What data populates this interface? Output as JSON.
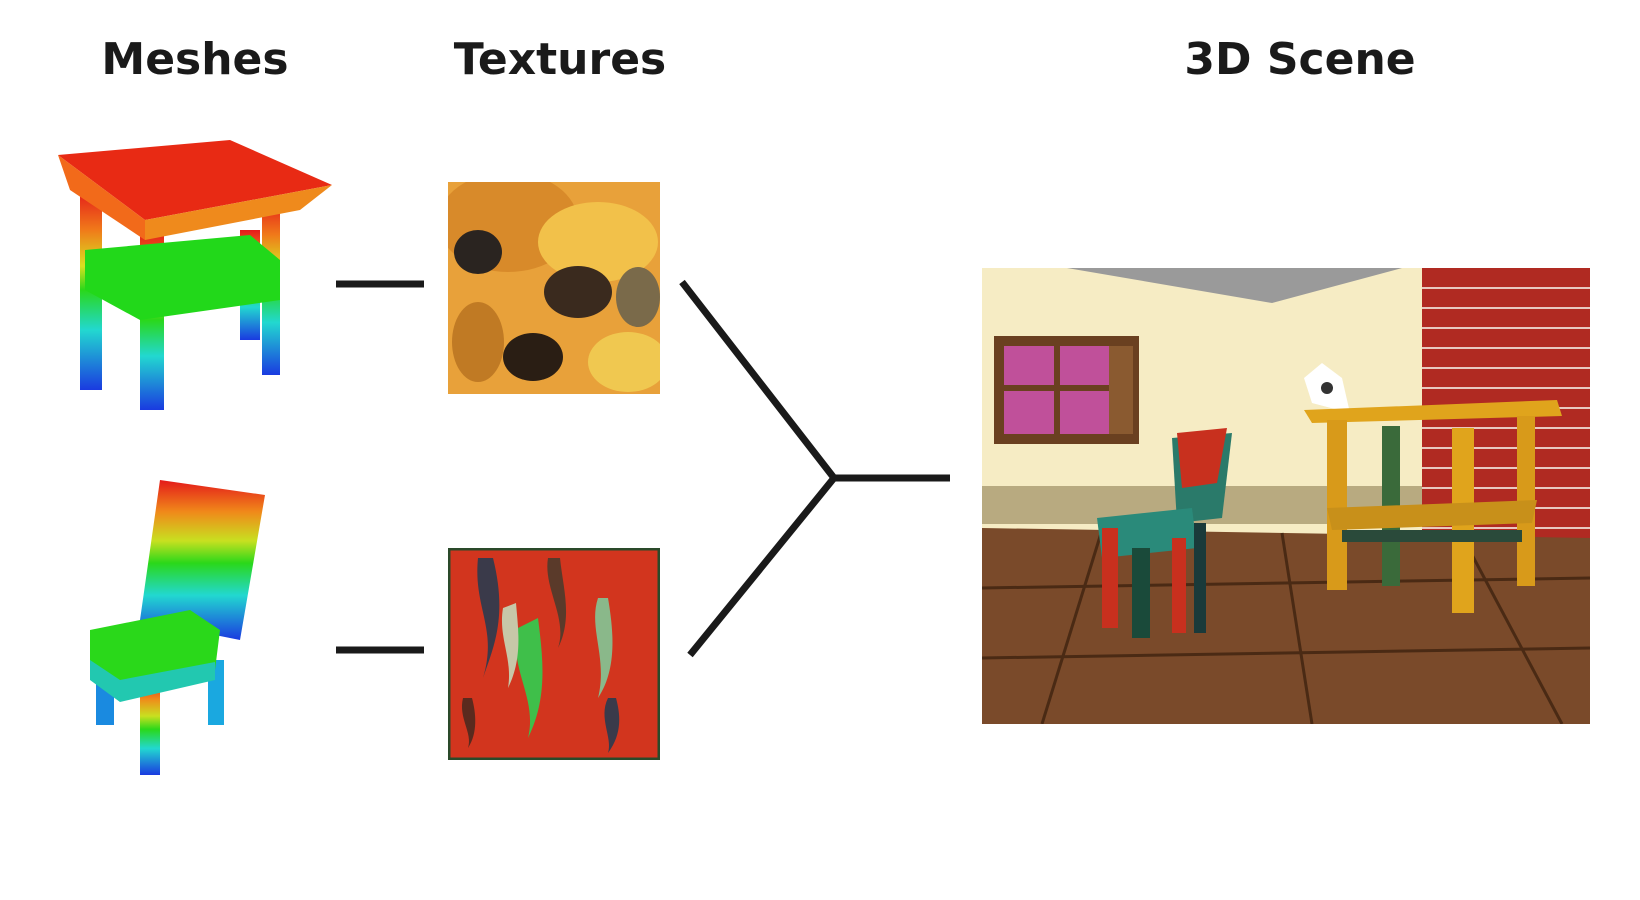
{
  "headings": {
    "meshes": "Meshes",
    "textures": "Textures",
    "scene": "3D Scene"
  },
  "meshes": [
    {
      "object": "table",
      "colormap": "height-rainbow"
    },
    {
      "object": "chair",
      "colormap": "height-rainbow"
    }
  ],
  "textures": [
    {
      "for": "table",
      "palette": [
        "#e8a13a",
        "#f2c14a",
        "#3a2a1e",
        "#7a6a4a"
      ]
    },
    {
      "for": "chair",
      "palette": [
        "#d2351e",
        "#3fbf4a",
        "#c7c7a8",
        "#5a3a2a"
      ]
    }
  ],
  "scene": {
    "objects": [
      "window",
      "chair",
      "table",
      "brick-wall",
      "wooden-floor"
    ]
  },
  "colors": {
    "connector": "#1a1a1a",
    "wall": "#f6ecc4",
    "brick": "#b02a22",
    "floor": "#7a4a2a",
    "ceiling": "#9a9a9a"
  }
}
